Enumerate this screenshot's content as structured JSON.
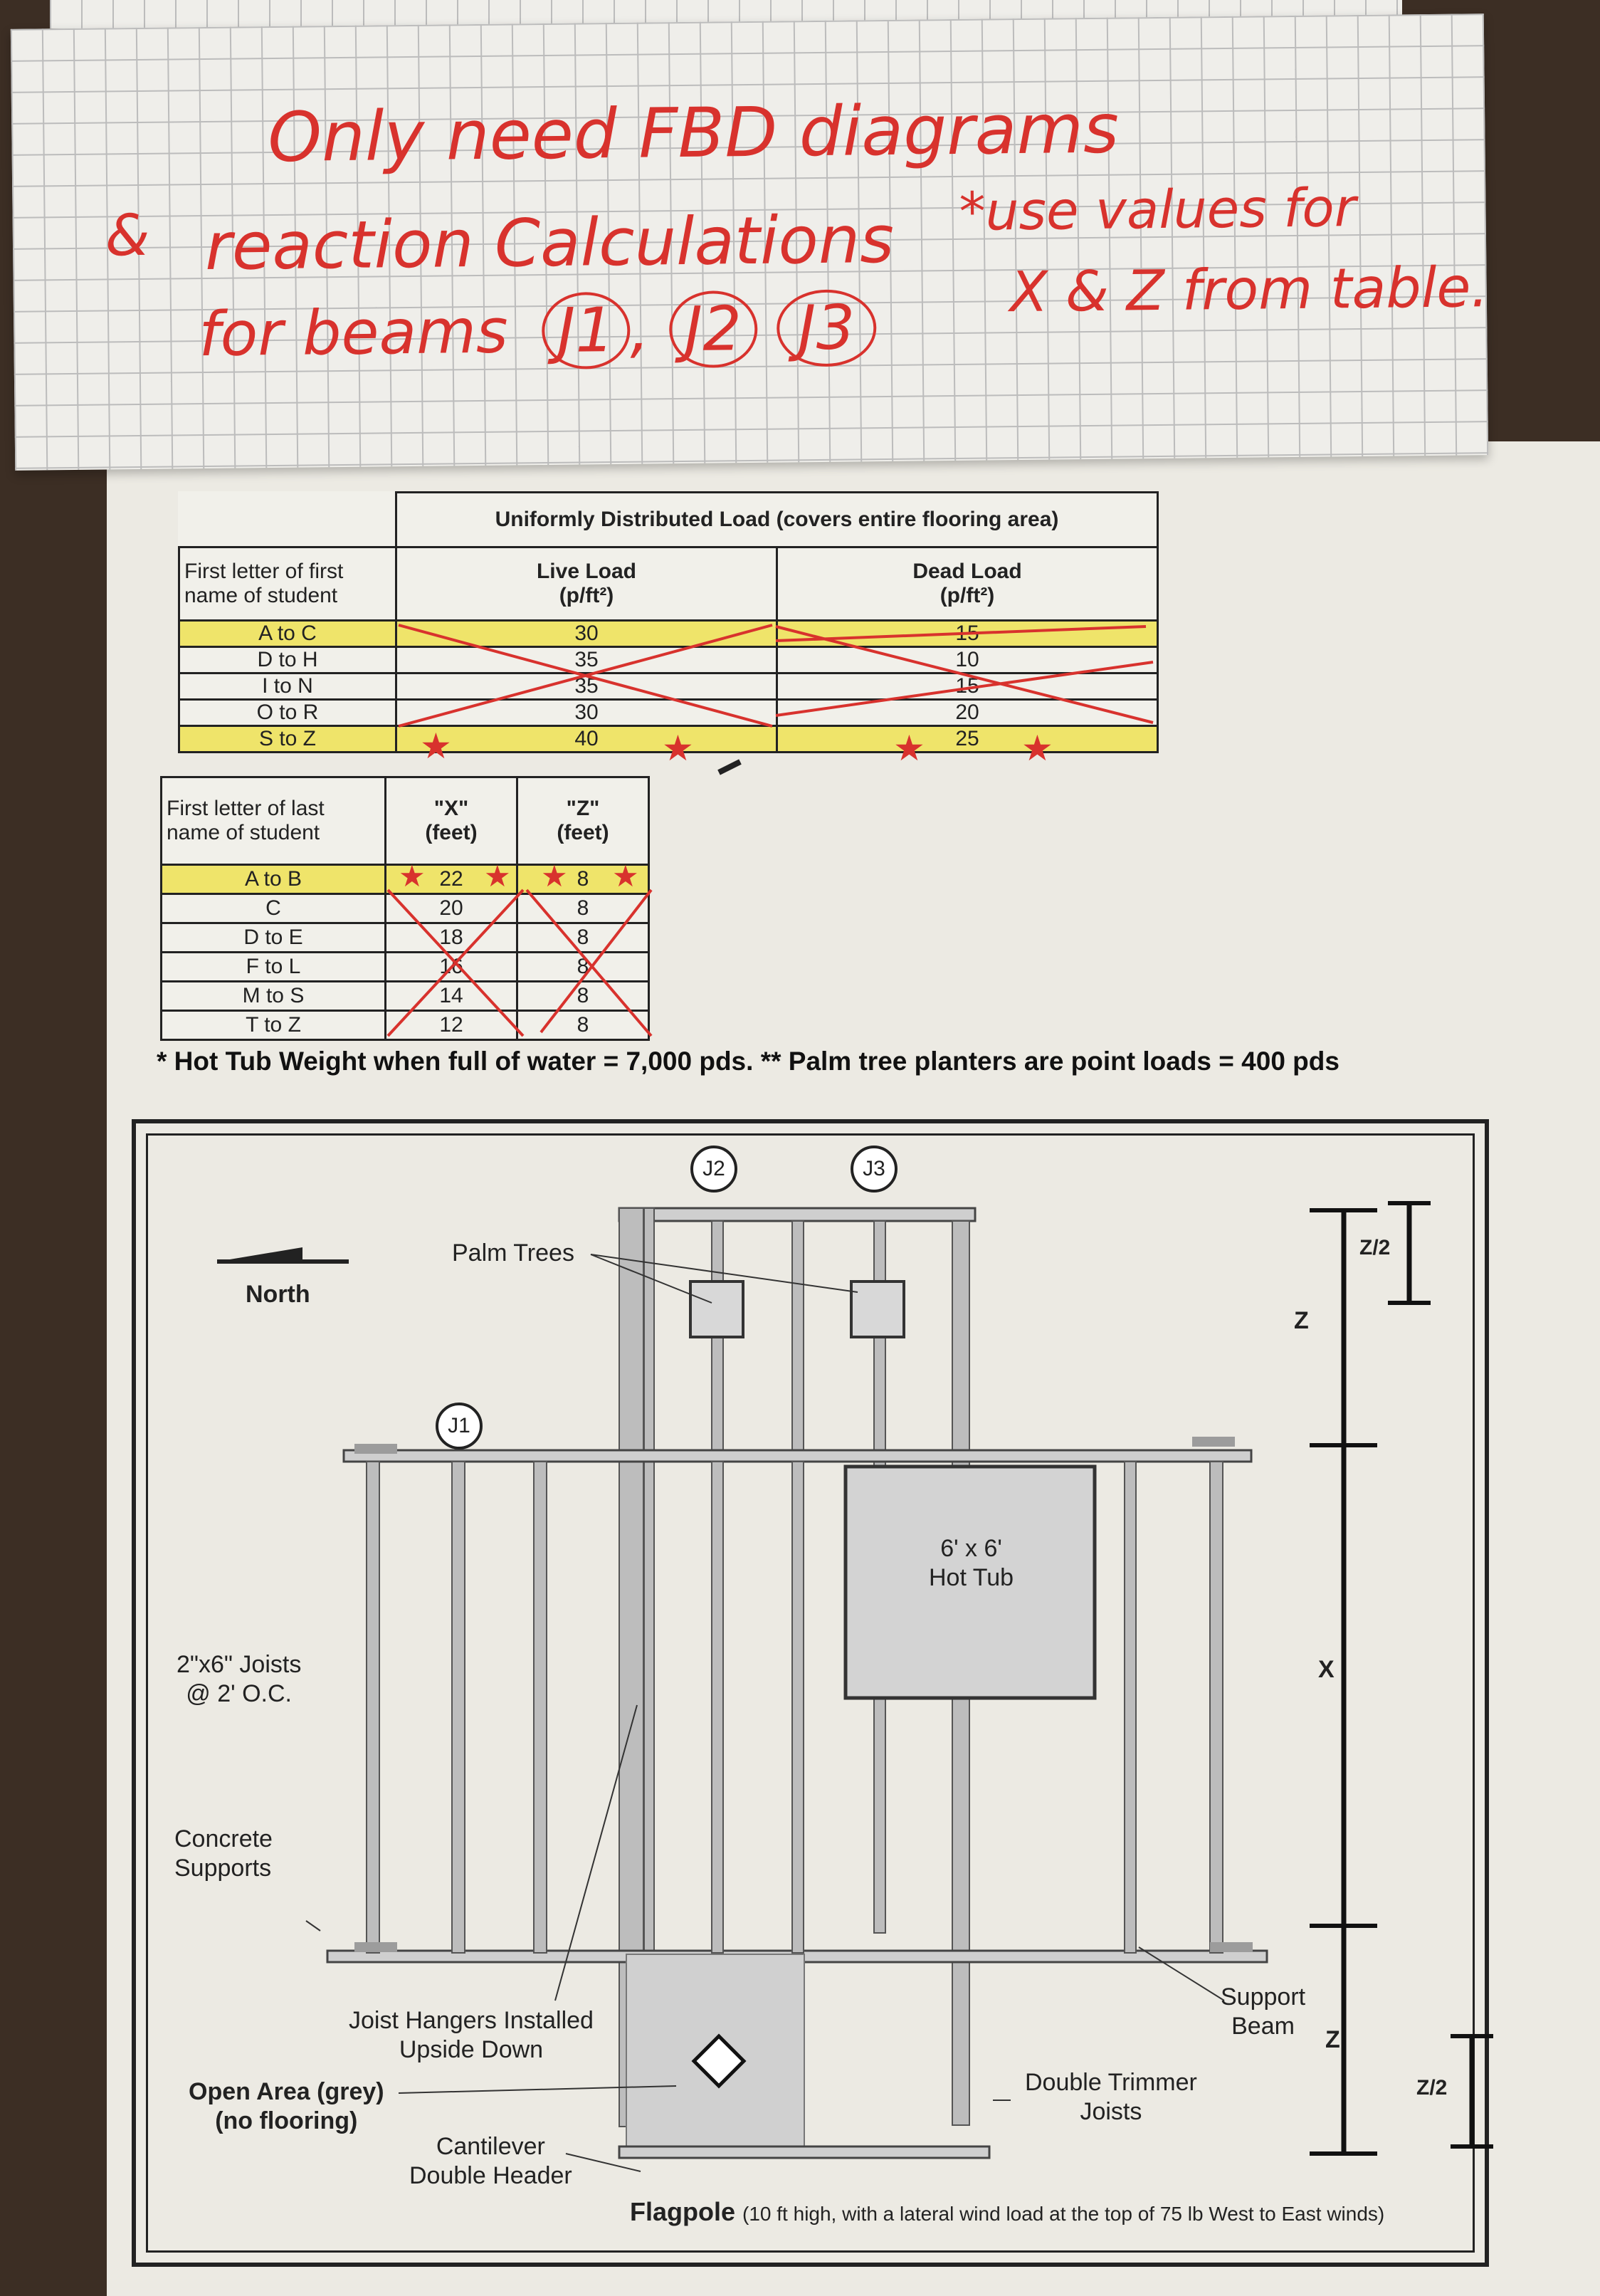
{
  "handwritten_note": {
    "line1": "Only need FBD diagrams",
    "line2": "reaction Calculations",
    "line3": "for beams",
    "beams": [
      "J1",
      "J2",
      "J3"
    ],
    "ampersand": "&",
    "aside1": "*use values for",
    "aside2": "X & Z from table."
  },
  "load_table": {
    "header": "Uniformly Distributed Load (covers entire flooring area)",
    "col_first_letter_line1": "First letter of first",
    "col_first_letter_line2": "name of student",
    "col_live_line1": "Live Load",
    "col_live_line2": "(p/ft²)",
    "col_dead_line1": "Dead  Load",
    "col_dead_line2": "(p/ft²)",
    "rows": [
      {
        "range": "A to C",
        "live": "30",
        "dead": "15"
      },
      {
        "range": "D to H",
        "live": "35",
        "dead": "10"
      },
      {
        "range": "I to N",
        "live": "35",
        "dead": "15"
      },
      {
        "range": "O to R",
        "live": "30",
        "dead": "20"
      },
      {
        "range": "S to Z",
        "live": "40",
        "dead": "25"
      }
    ]
  },
  "dim_table": {
    "col_first_letter_line1": "First letter of last",
    "col_first_letter_line2": "name of student",
    "col_x_line1": "\"X\"",
    "col_x_line2": "(feet)",
    "col_z_line1": "\"Z\"",
    "col_z_line2": "(feet)",
    "rows": [
      {
        "range": "A to B",
        "x": "22",
        "z": "8"
      },
      {
        "range": "C",
        "x": "20",
        "z": "8"
      },
      {
        "range": "D to E",
        "x": "18",
        "z": "8"
      },
      {
        "range": "F to L",
        "x": "16",
        "z": "8"
      },
      {
        "range": "M to S",
        "x": "14",
        "z": "8"
      },
      {
        "range": "T to Z",
        "x": "12",
        "z": "8"
      }
    ]
  },
  "weights_note": "*   Hot Tub Weight when full of water = 7,000 pds.  ** Palm tree planters are point loads = 400 pds",
  "diagram": {
    "north": "North",
    "palm_trees": "Palm Trees",
    "joists_line1": "2\"x6\" Joists",
    "joists_line2": "@ 2' O.C.",
    "concrete_line1": "Concrete",
    "concrete_line2": "Supports",
    "hot_tub_line1": "6' x 6'",
    "hot_tub_line2": "Hot Tub",
    "hangers_line1": "Joist Hangers Installed",
    "hangers_line2": "Upside Down",
    "open_area_line1": "Open Area (grey)",
    "open_area_line2": "(no flooring)",
    "cantilever_line1": "Cantilever",
    "cantilever_line2": "Double Header",
    "trimmer_line1": "Double Trimmer",
    "trimmer_line2": "Joists",
    "support_beam_line1": "Support",
    "support_beam_line2": "Beam",
    "flagpole_bold": "Flagpole",
    "flagpole_rest": "(10 ft high, with a lateral wind load at the top of 75 lb West to  East winds)",
    "labels": {
      "j1": "J1",
      "j2": "J2",
      "j3": "J3",
      "z": "Z",
      "x": "X",
      "z_half": "Z/2"
    }
  }
}
